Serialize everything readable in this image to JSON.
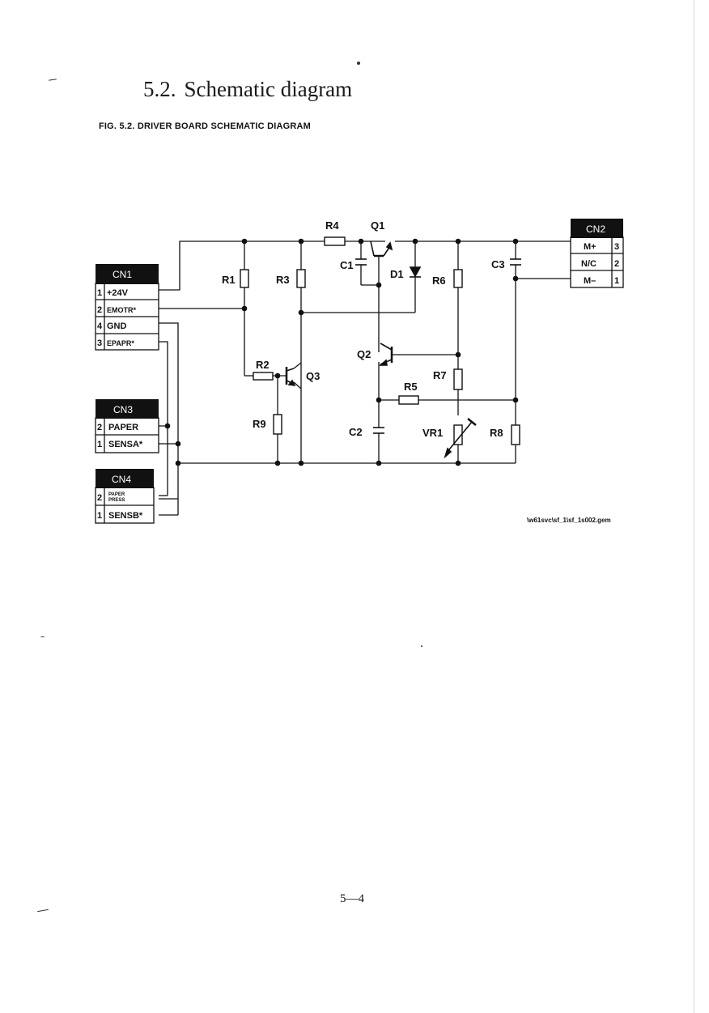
{
  "heading": {
    "number": "5.2.",
    "title": "Schematic diagram"
  },
  "figure": {
    "caption": "FIG. 5.2. DRIVER BOARD SCHEMATIC DIAGRAM"
  },
  "connectors": {
    "cn1": {
      "name": "CN1",
      "pins": [
        {
          "num": "1",
          "label": "+24V"
        },
        {
          "num": "2",
          "label": "EMOTR*"
        },
        {
          "num": "4",
          "label": "GND"
        },
        {
          "num": "3",
          "label": "EPAPR*"
        }
      ]
    },
    "cn2": {
      "name": "CN2",
      "pins": [
        {
          "num": "3",
          "label": "M+"
        },
        {
          "num": "2",
          "label": "N/C"
        },
        {
          "num": "1",
          "label": "M–"
        }
      ]
    },
    "cn3": {
      "name": "CN3",
      "pins": [
        {
          "num": "2",
          "label": "PAPER"
        },
        {
          "num": "1",
          "label": "SENSA*"
        }
      ]
    },
    "cn4": {
      "name": "CN4",
      "pins": [
        {
          "num": "2",
          "label_line1": "PAPER",
          "label_line2": "PRESS"
        },
        {
          "num": "1",
          "label": "SENSB*"
        }
      ]
    }
  },
  "components": {
    "r1": "R1",
    "r2": "R2",
    "r3": "R3",
    "r4": "R4",
    "r5": "R5",
    "r6": "R6",
    "r7": "R7",
    "r8": "R8",
    "r9": "R9",
    "q1": "Q1",
    "q2": "Q2",
    "q3": "Q3",
    "c1": "C1",
    "c2": "C2",
    "c3": "C3",
    "d1": "D1",
    "vr1": "VR1"
  },
  "file_ref": "\\w61svc\\sf_1\\sf_1s002.gem",
  "page_number": "5—4"
}
